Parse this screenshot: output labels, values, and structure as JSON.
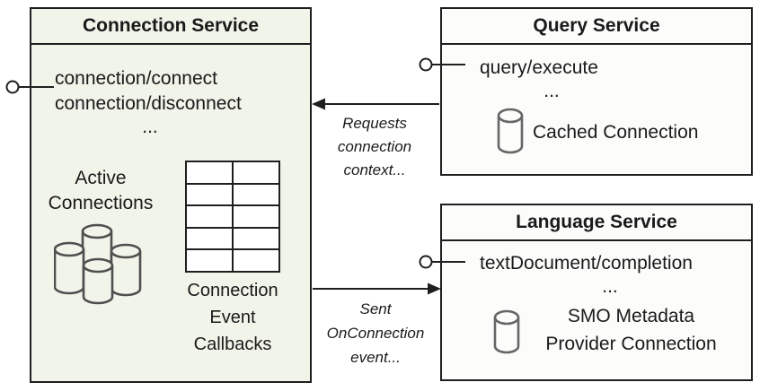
{
  "connection_service": {
    "title": "Connection Service",
    "methods": [
      "connection/connect",
      "connection/disconnect"
    ],
    "ellipsis": "...",
    "active_connections": [
      "Active",
      "Connections"
    ],
    "callbacks_label": [
      "Connection",
      "Event",
      "Callbacks"
    ]
  },
  "query_service": {
    "title": "Query Service",
    "methods": [
      "query/execute"
    ],
    "ellipsis": "...",
    "cached_connection_label": "Cached Connection"
  },
  "language_service": {
    "title": "Language Service",
    "methods": [
      "textDocument/completion"
    ],
    "ellipsis": "...",
    "smo_label": [
      "SMO Metadata",
      "Provider Connection"
    ]
  },
  "arrows": {
    "requests_label": [
      "Requests",
      "connection",
      "context..."
    ],
    "sent_label": [
      "Sent",
      "OnConnection",
      "event..."
    ]
  },
  "colors": {
    "connection_box_fill": "#f1f4e9",
    "service_box_fill": "#fcfcfb",
    "border_color": "#1f1f1f",
    "text_color": "#1a1a1a",
    "cylinder_stroke": "#4f4f4f",
    "single_cylinder_stroke": "#666666"
  }
}
